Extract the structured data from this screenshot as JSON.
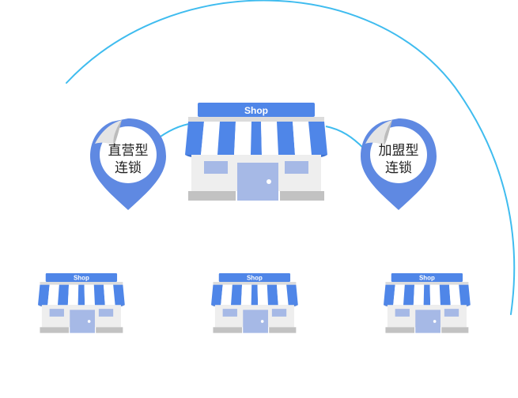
{
  "colors": {
    "arc": "#3fbcef",
    "shop_blue": "#4f86e8",
    "shop_blue_light": "#a6b9e6",
    "awning_white": "#ffffff",
    "wall": "#eeeeee",
    "base": "#c2c2c2",
    "pin_blue": "#5f89e2"
  },
  "main_shop": {
    "sign": "Shop"
  },
  "pin_left": {
    "line1": "直营型",
    "line2": "连锁"
  },
  "pin_right": {
    "line1": "加盟型",
    "line2": "连锁"
  },
  "small_shops": [
    {
      "sign": "Shop"
    },
    {
      "sign": "Shop"
    },
    {
      "sign": "Shop"
    }
  ]
}
